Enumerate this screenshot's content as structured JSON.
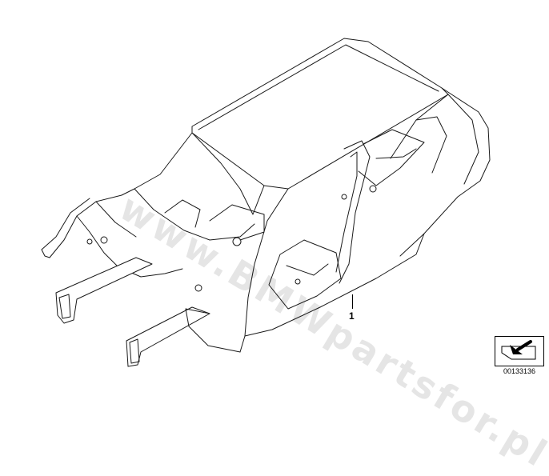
{
  "diagram": {
    "watermark_text": "www.BMWpartsfor.pl",
    "part_callout": "1",
    "reference_number": "00133136",
    "icons": {
      "body": "car-body-shell-icon",
      "arrow": "reference-arrow-icon"
    }
  }
}
